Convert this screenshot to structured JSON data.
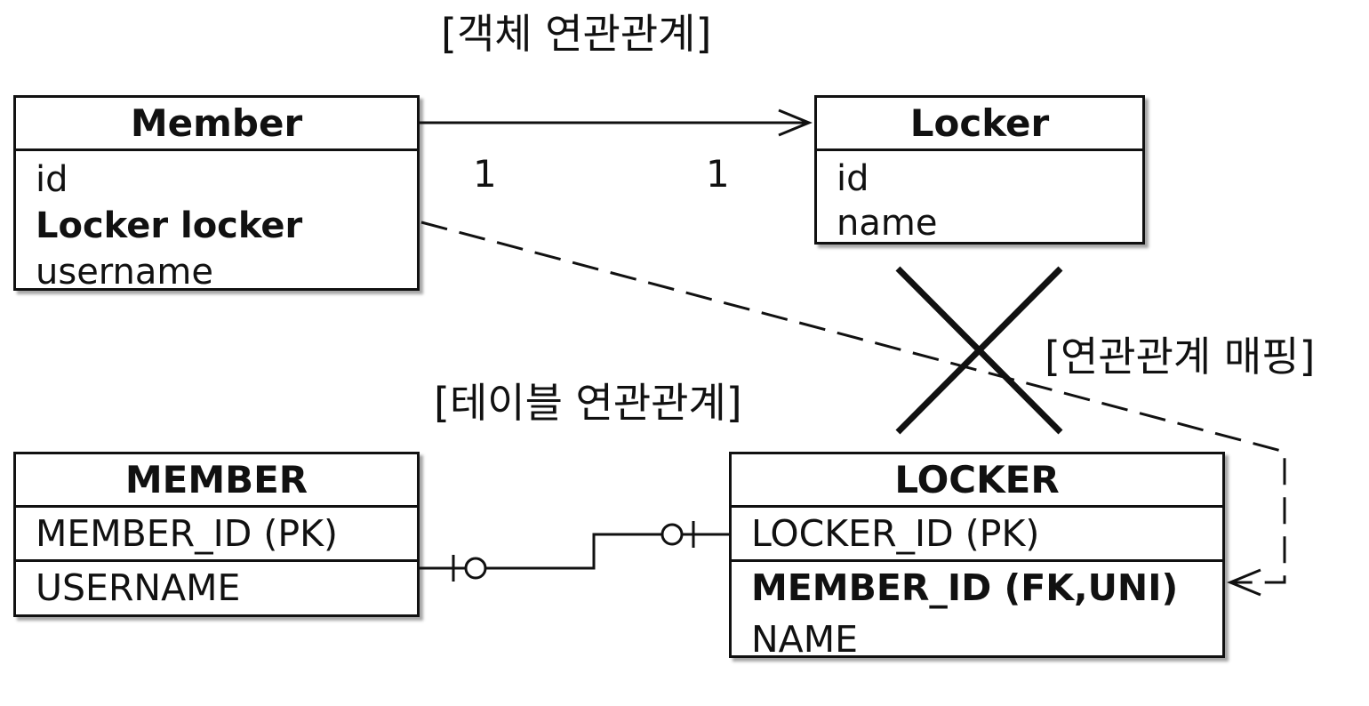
{
  "captions": {
    "object_relation": "[객체 연관관계]",
    "table_relation": "[테이블 연관관계]",
    "relation_mapping": "[연관관계 매핑]"
  },
  "object_model": {
    "member": {
      "name": "Member",
      "fields": [
        "id",
        "Locker locker",
        "username"
      ]
    },
    "locker": {
      "name": "Locker",
      "fields": [
        "id",
        "name"
      ]
    },
    "association": {
      "source_multiplicity": "1",
      "target_multiplicity": "1"
    }
  },
  "table_model": {
    "member": {
      "name": "MEMBER",
      "columns": [
        "MEMBER_ID (PK)",
        "USERNAME"
      ]
    },
    "locker": {
      "name": "LOCKER",
      "columns": [
        "LOCKER_ID (PK)",
        "MEMBER_ID (FK,UNI)",
        "NAME"
      ]
    }
  },
  "colors": {
    "ink": "#111111",
    "background": "#ffffff"
  }
}
